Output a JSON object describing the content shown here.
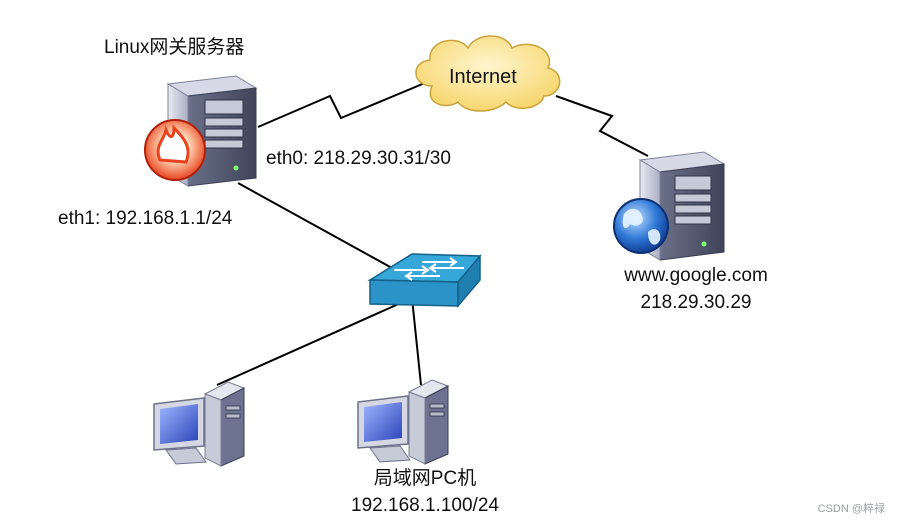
{
  "gateway": {
    "title": "Linux网关服务器",
    "eth0": "eth0: 218.29.30.31/30",
    "eth1": "eth1: 192.168.1.1/24",
    "icon": "firewall-server-icon"
  },
  "internet": {
    "label": "Internet",
    "icon": "cloud-icon"
  },
  "web_server": {
    "host": "www.google.com",
    "ip": "218.29.30.29",
    "icon": "globe-server-icon"
  },
  "switch": {
    "icon": "network-switch-icon"
  },
  "lan_pc": {
    "label": "局域网PC机",
    "ip": "192.168.1.100/24",
    "icon": "desktop-pc-icon"
  },
  "watermark": "CSDN @粹禄",
  "colors": {
    "server_body": "#b9bccb",
    "server_face": "#8f94a8",
    "switch_top": "#35a7d8",
    "switch_side": "#1e7fb0",
    "cloud": "#fde79a",
    "flame": "#e8421e",
    "globe": "#1f5fc4",
    "monitor_screen": "#3b5fd0"
  }
}
